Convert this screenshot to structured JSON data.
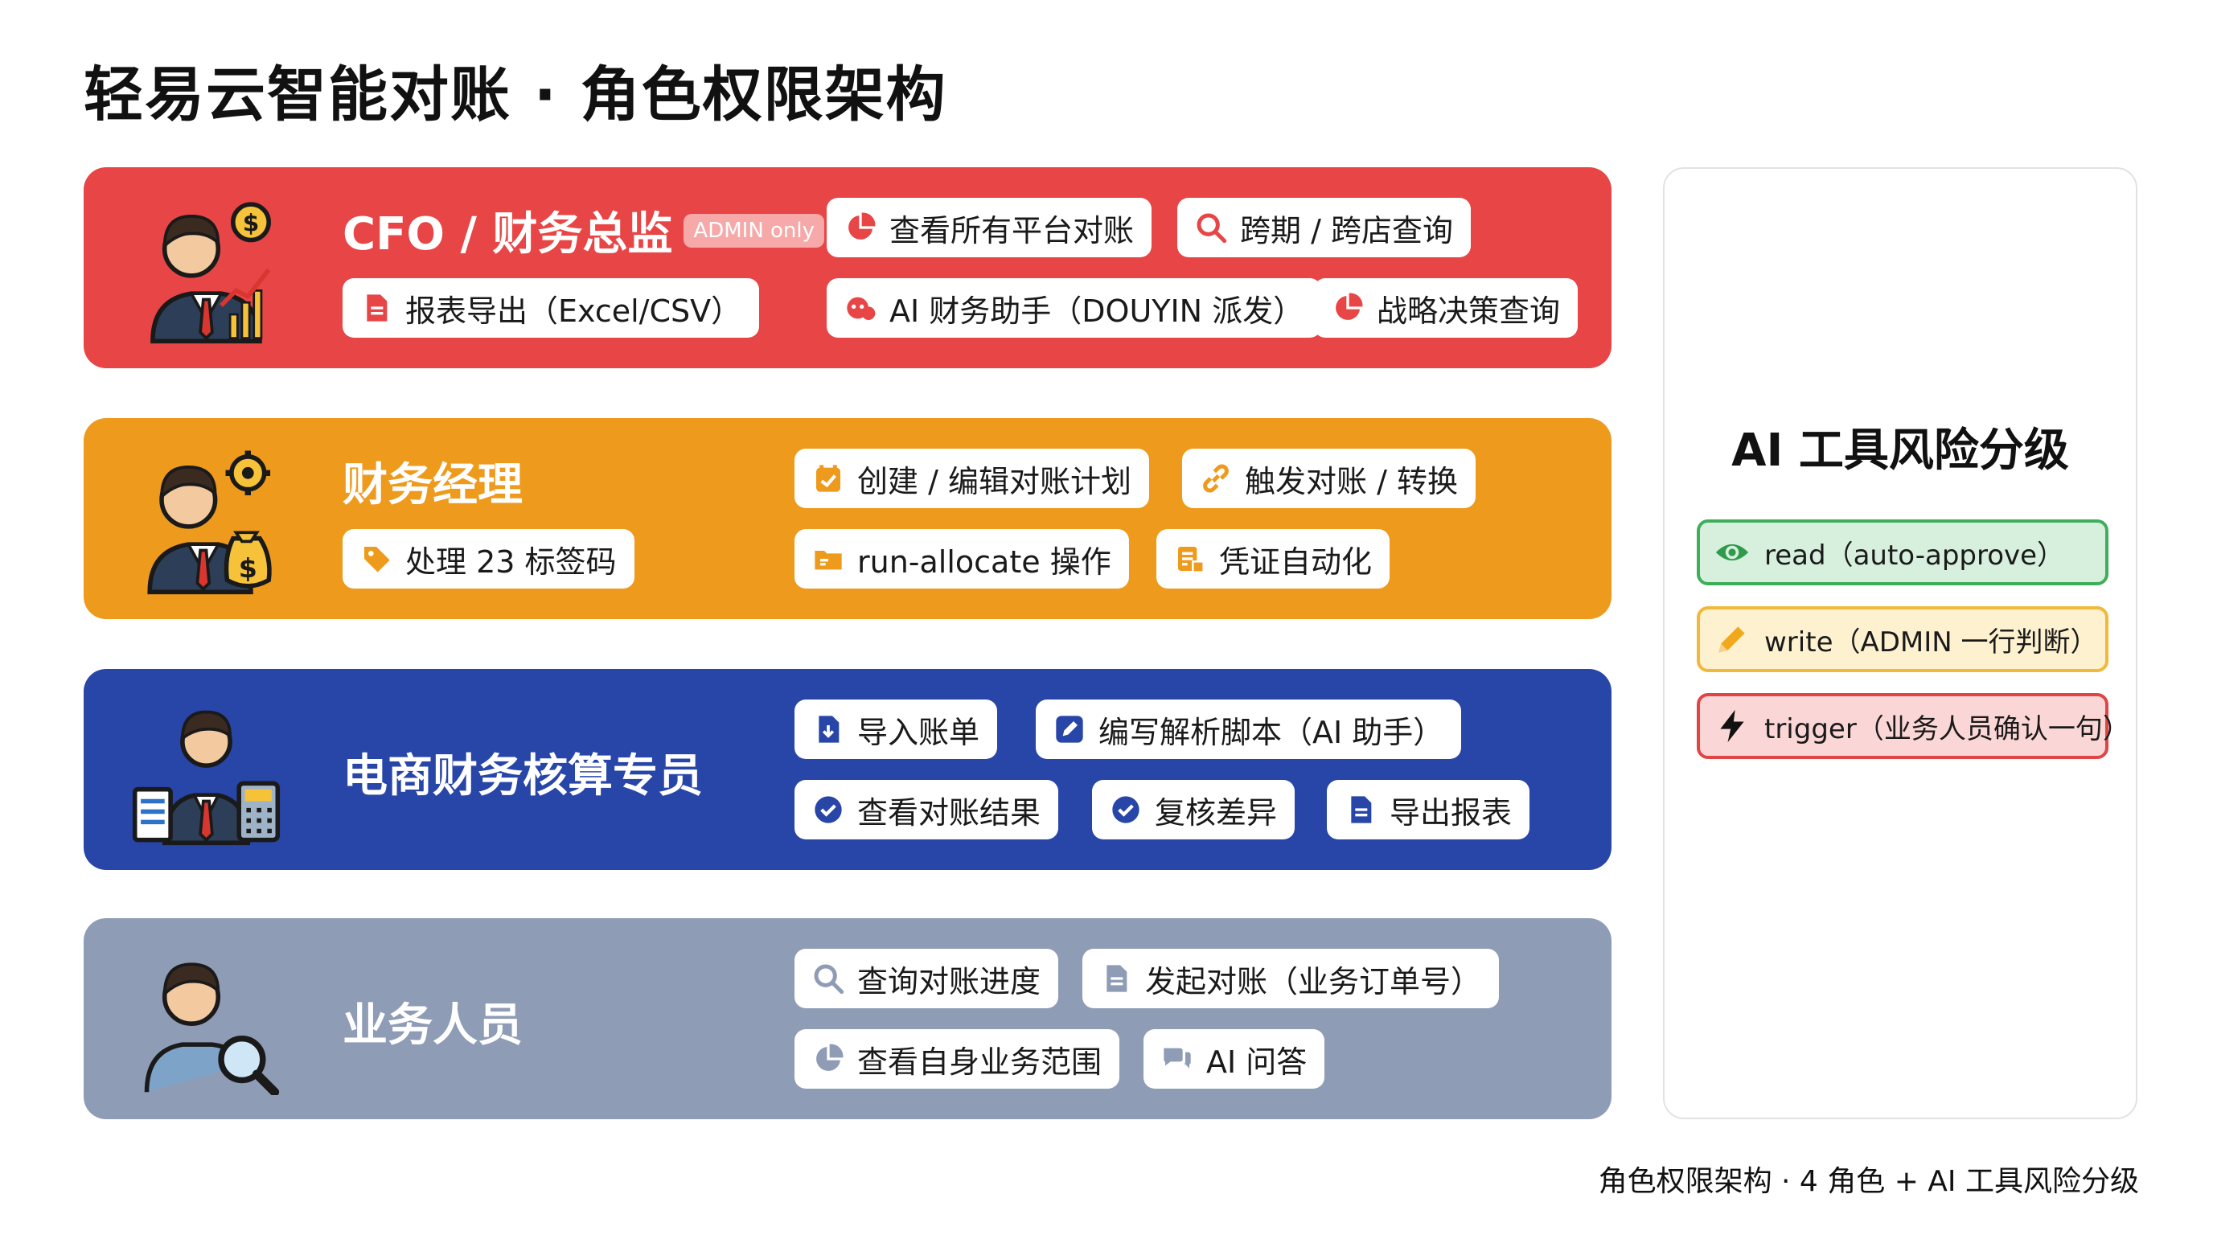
{
  "title": "轻易云智能对账 · 角色权限架构",
  "roles": [
    {
      "name": "CFO / 财务总监",
      "badge": "ADMIN only",
      "color": "#e84546",
      "permissions": [
        {
          "label": "查看所有平台对账",
          "icon": "pie-chart-icon"
        },
        {
          "label": "跨期 / 跨店查询",
          "icon": "search-icon"
        },
        {
          "label": "报表导出（Excel/CSV）",
          "icon": "document-icon"
        },
        {
          "label": "AI 财务助手（DOUYIN 派发）",
          "icon": "ai-assistant-icon"
        },
        {
          "label": "战略决策查询",
          "icon": "pie-chart-icon"
        }
      ]
    },
    {
      "name": "财务经理",
      "color": "#ee9a1c",
      "permissions": [
        {
          "label": "创建 / 编辑对账计划",
          "icon": "calendar-check-icon"
        },
        {
          "label": "触发对账 / 转换",
          "icon": "link-icon"
        },
        {
          "label": "处理 23 标签码",
          "icon": "tag-icon"
        },
        {
          "label": "run-allocate 操作",
          "icon": "folder-icon"
        },
        {
          "label": "凭证自动化",
          "icon": "voucher-icon"
        }
      ]
    },
    {
      "name": "电商财务核算专员",
      "color": "#2845a8",
      "permissions": [
        {
          "label": "导入账单",
          "icon": "import-file-icon"
        },
        {
          "label": "编写解析脚本（AI 助手）",
          "icon": "edit-icon"
        },
        {
          "label": "查看对账结果",
          "icon": "check-circle-icon"
        },
        {
          "label": "复核差异",
          "icon": "check-circle-icon"
        },
        {
          "label": "导出报表",
          "icon": "document-icon"
        }
      ]
    },
    {
      "name": "业务人员",
      "color": "#8f9cb6",
      "permissions": [
        {
          "label": "查询对账进度",
          "icon": "search-icon"
        },
        {
          "label": "发起对账（业务订单号）",
          "icon": "document-icon"
        },
        {
          "label": "查看自身业务范围",
          "icon": "pie-chart-icon"
        },
        {
          "label": "AI 问答",
          "icon": "chat-icon"
        }
      ]
    }
  ],
  "risk_panel": {
    "title": "AI 工具风险分级",
    "levels": [
      {
        "label": "read（auto-approve）",
        "icon": "eye-icon",
        "border": "#3fae5b",
        "fill": "#d6f0dd",
        "icon_color": "#2f9a4c"
      },
      {
        "label": "write（ADMIN 一行判断）",
        "icon": "pencil-icon",
        "border": "#f0b93a",
        "fill": "#fdf1cf",
        "icon_color": "#f0a81c"
      },
      {
        "label": "trigger（业务人员确认一句）",
        "icon": "lightning-icon",
        "border": "#e04545",
        "fill": "#fbd6d6",
        "icon_color": "#111111"
      }
    ]
  },
  "footer": "角色权限架构 · 4 角色 + AI 工具风险分级"
}
